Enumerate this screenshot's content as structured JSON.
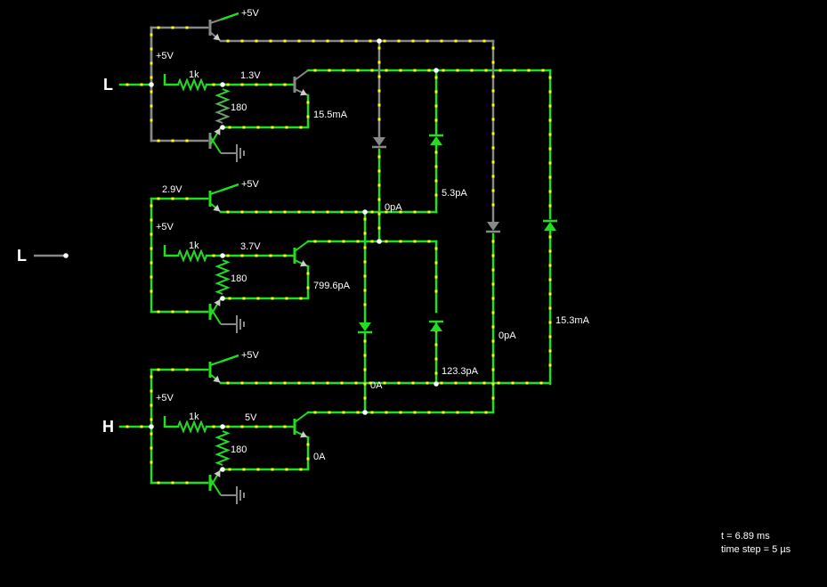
{
  "switches": [
    {
      "label": "L",
      "state": "connected"
    },
    {
      "label": "L",
      "state": "open"
    },
    {
      "label": "H",
      "state": "connected"
    }
  ],
  "stages": [
    {
      "supply_top": "+5V",
      "supply_mid": "+5V",
      "resistor": "1k",
      "divider": "180",
      "base_voltage": "1.3V",
      "node_voltage": "",
      "current": "15.5mA"
    },
    {
      "supply_top": "+5V",
      "supply_mid": "+5V",
      "resistor": "1k",
      "divider": "180",
      "base_voltage": "3.7V",
      "node_voltage": "2.9V",
      "current": "799.6pA"
    },
    {
      "supply_top": "+5V",
      "supply_mid": "+5V",
      "resistor": "1k",
      "divider": "180",
      "base_voltage": "5V",
      "node_voltage": "",
      "current": "0A"
    }
  ],
  "diode_currents": {
    "d1": "0pA",
    "d2": "5.3pA",
    "d3": "0A",
    "d4": "123.3pA",
    "d5": "0pA",
    "d6": "15.3mA"
  },
  "status": {
    "time": "t = 6.89 ms",
    "time_step": "time step = 5 µs"
  },
  "colors": {
    "active": "#22dd22",
    "inactive": "#888888",
    "current_dot": "#ffff00",
    "node": "#ffffff",
    "background": "#000000"
  }
}
